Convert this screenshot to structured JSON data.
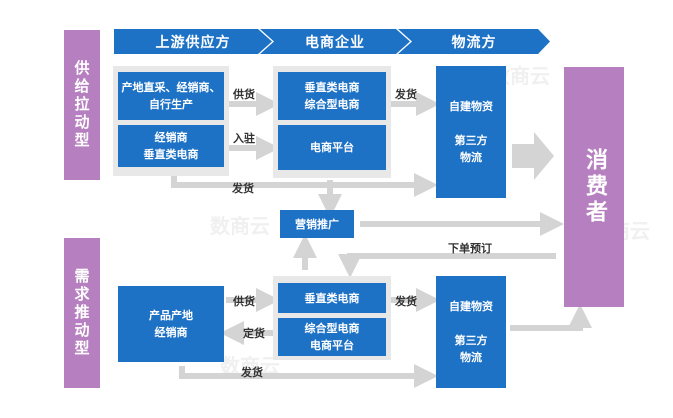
{
  "stages": [
    "上游供应方",
    "电商企业",
    "物流方"
  ],
  "side_labels": {
    "supply": "供给拉动型",
    "demand": "需求推动型"
  },
  "supply": {
    "upstream_1": "产地直采、经销商、\n自行生产",
    "upstream_2": "经销商\n垂直类电商",
    "ecommerce_1": "垂直类电商\n综合型电商",
    "ecommerce_2": "电商平台",
    "logistics": "自建物资\n\n第三方\n物流"
  },
  "marketing": "营销推广",
  "demand": {
    "upstream": "产品产地\n经销商",
    "ecommerce_1": "垂直类电商",
    "ecommerce_2": "综合型电商\n电商平台",
    "logistics": "自建物资\n\n第三方\n物流"
  },
  "consumer": "消费者",
  "labels": {
    "supply_goods": "供货",
    "settle_in": "入驻",
    "ship_1": "发货",
    "ship_2": "发货",
    "place_order": "下单预订",
    "demand_goods": "供货",
    "custom_goods": "定货",
    "ship_3": "发货",
    "ship_4": "发货"
  },
  "colors": {
    "blue": "#1e72c6",
    "purple": "#b57fc0",
    "panel": "#e8e8e8",
    "arrow": "#d4d4d4"
  },
  "watermark": "数商云"
}
